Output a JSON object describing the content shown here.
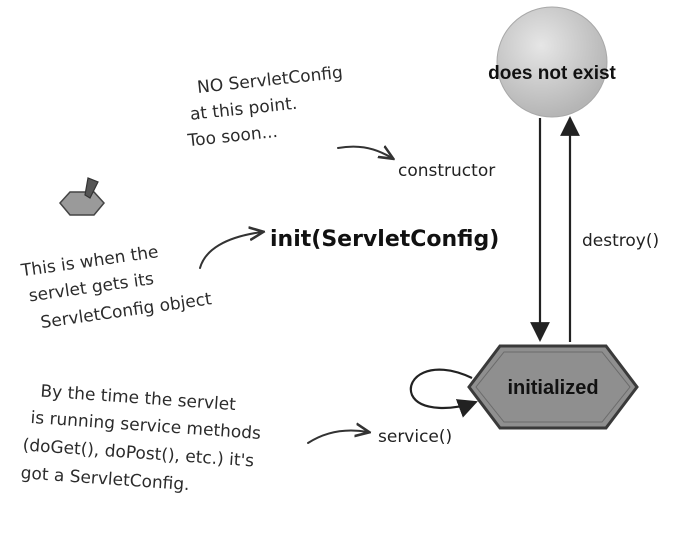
{
  "states": {
    "does_not_exist": "does not exist",
    "initialized": "initialized"
  },
  "transitions": {
    "constructor": "constructor",
    "init": "init(ServletConfig)",
    "destroy": "destroy()",
    "service": "service()"
  },
  "notes": {
    "no_config": [
      "NO ServletConfig",
      "at this point.",
      "Too soon..."
    ],
    "gets_config": [
      "This is when the",
      "servlet gets its",
      "ServletConfig object"
    ],
    "running": [
      "By the time the servlet",
      "is running service methods",
      "(doGet(), doPost(), etc.) it's",
      "got a ServletConfig."
    ]
  },
  "icons": [
    "pushpin-icon"
  ],
  "colors": {
    "state_circle": "#cfcfcf",
    "state_hex": "#8f8f8f",
    "ink": "#2b2b2b"
  }
}
